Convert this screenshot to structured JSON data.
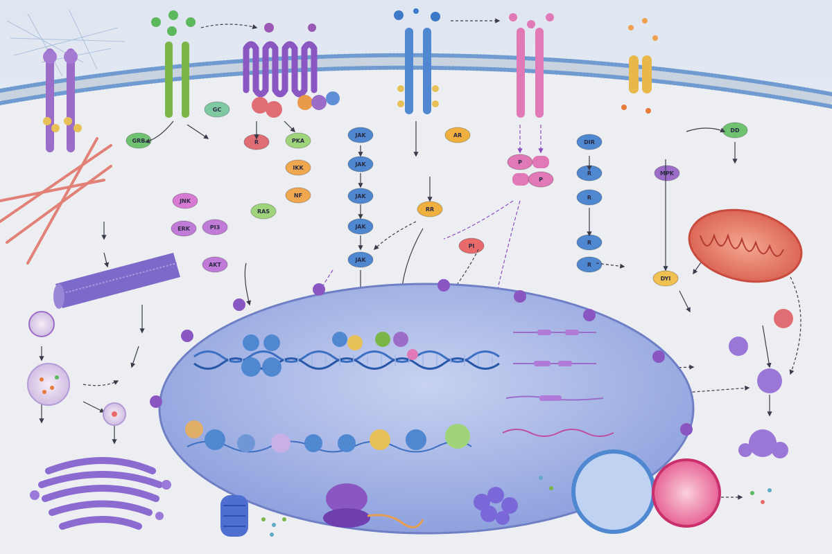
{
  "diagram": {
    "labels": {
      "rtk_grb_node": "GRB",
      "gpcr_node": "GC",
      "gpcr_effector": "R",
      "jak_stat_1": "JAK",
      "jak_stat_2": "JAK",
      "jak_stat_3": "JAK",
      "jak_stat_4": "JAK",
      "jak_stat_5": "JAK",
      "cytokine_p1": "P",
      "cytokine_p2": "P",
      "mid_node_1": "PKA",
      "mid_node_2": "IKK",
      "mid_node_3": "NF",
      "mid_node_4": "JNK",
      "mid_node_5": "ERK",
      "mid_node_6": "PI3",
      "mid_node_7": "AKT",
      "mid_node_8": "RAS",
      "right_node_1": "DIR",
      "right_node_2": "R",
      "right_node_3": "R",
      "right_node_4": "R",
      "right_node_5": "R",
      "mpk_node": "MPK",
      "dd_node": "DD",
      "dyi_node": "DYI",
      "pink_node": "PI",
      "orange_node": "RR",
      "kinase_node": "AR"
    },
    "colors": {
      "membrane_head": "#6f9bd1",
      "membrane_tail": "#c9d3df",
      "nucleus": "#9fb1e6",
      "mitochondria": "#e3705f",
      "golgi": "#8c6bd1",
      "microtubule": "#7d69c9",
      "actin": "#e0675a",
      "dna": "#3c6fc2"
    },
    "icons": [
      "receptor-tyrosine-kinase-icon",
      "gpcr-icon",
      "jak-stat-receptor-icon",
      "ion-channel-icon",
      "mitochondrion-icon",
      "golgi-apparatus-icon",
      "microtubule-icon",
      "actin-filament-icon",
      "dna-helix-icon",
      "ribosome-icon",
      "proteasome-icon",
      "lysosome-icon",
      "vesicle-icon",
      "nucleosome-icon"
    ]
  }
}
